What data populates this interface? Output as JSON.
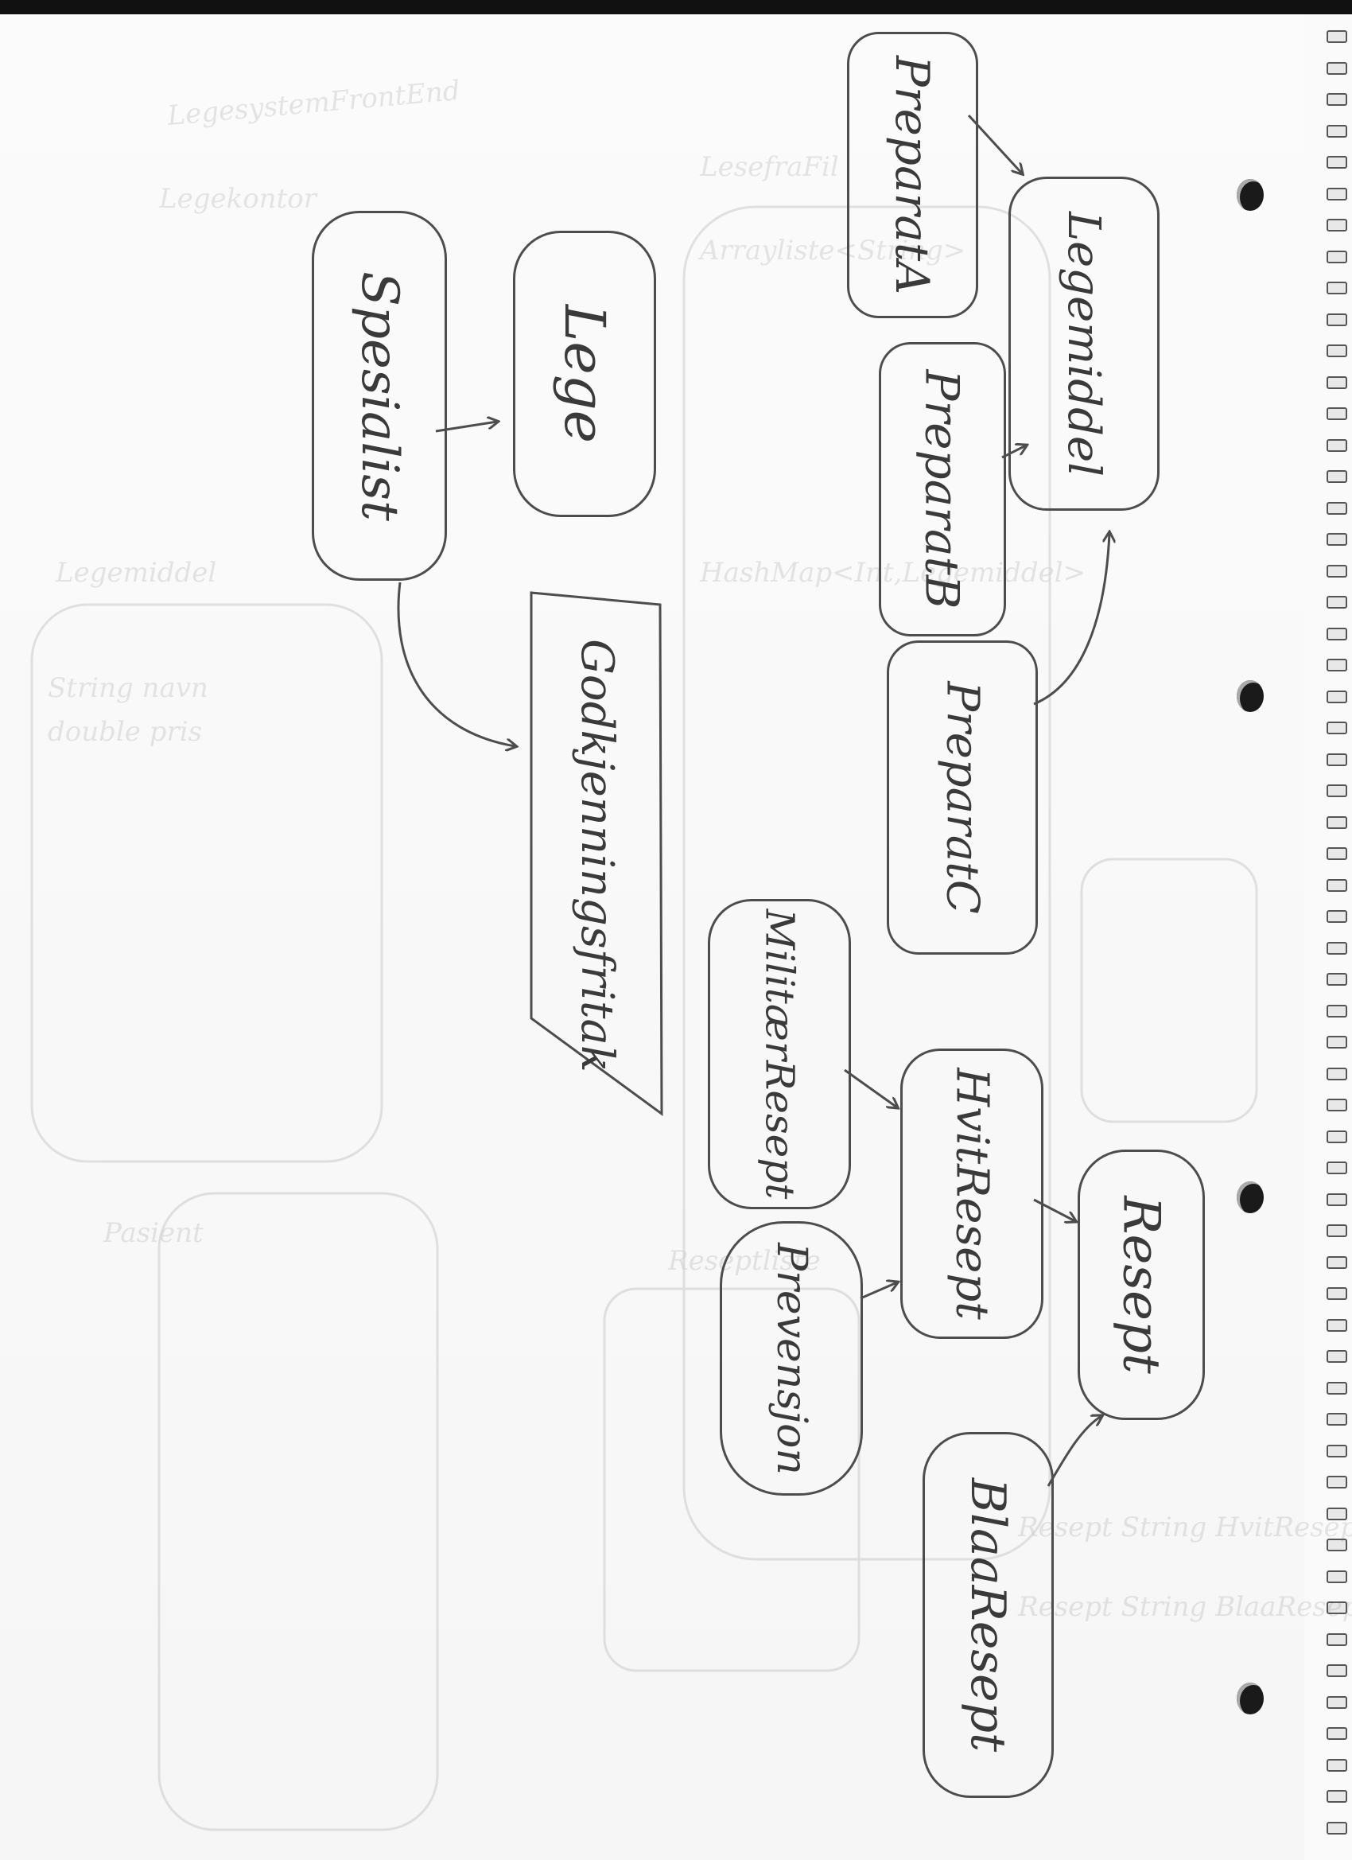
{
  "nodes": {
    "spesialist": "Spesialist",
    "lege": "Lege",
    "godkjenningsfritak": "Godkjenningsfritak",
    "preparat_a": "PreparatA",
    "preparat_b": "PreparatB",
    "preparat_c": "PreparatC",
    "legemiddel": "Legemiddel",
    "militaerresept": "MilitærResept",
    "hvitresept": "HvitResept",
    "presepsjon": "Prevensjon",
    "resept": "Resept",
    "blaaresept": "BlaaResept"
  },
  "ghost_text": {
    "t1": "LegesystemFrontEnd",
    "t2": "Legekontor",
    "t3": "LesefraFil",
    "t4": "Arrayliste<String>",
    "t5": "HashMap<Int,Legemiddel>",
    "t6": "Legemiddel",
    "t7": "String navn",
    "t8": "double pris",
    "t9": "Pasient",
    "t10": "Reseptliste",
    "t11": "Resept String HvitResept",
    "t12": "Resept String BlaaResept"
  },
  "colors": {
    "ink": "#4d4d4d",
    "ghost": "#c8c8c8"
  }
}
